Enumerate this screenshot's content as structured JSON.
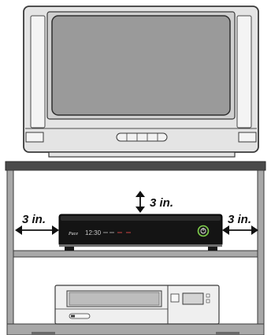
{
  "clearances": {
    "top": "3 in.",
    "left": "3 in.",
    "right": "3 in."
  },
  "receiver": {
    "brand": "Pace",
    "display_time": "12:30"
  },
  "colors": {
    "tv_frame": "#e4e4e4",
    "tv_screen": "#9a9a9a",
    "cabinet_top": "#4a4a4a",
    "cabinet_side": "#a8a8a8",
    "receiver_body": "#141414",
    "power_led": "#7fcf4a"
  },
  "icons": [
    "power-button-icon",
    "double-arrow-icon"
  ]
}
